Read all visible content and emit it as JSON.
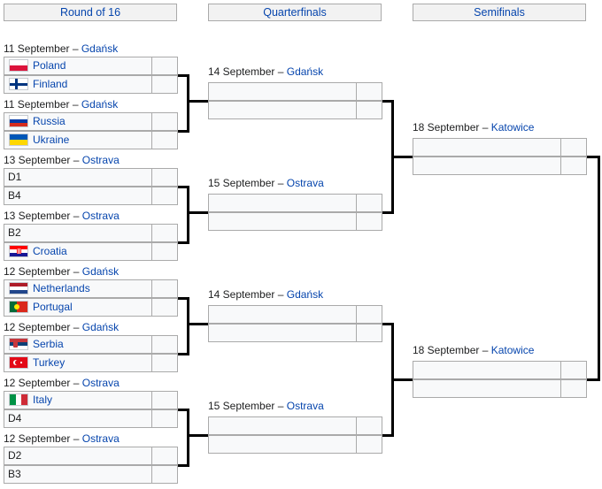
{
  "headers": {
    "r16": "Round of 16",
    "qf": "Quarterfinals",
    "sf": "Semifinals"
  },
  "round_of_16": [
    {
      "date": "11 September – ",
      "venue": "Gdańsk",
      "team1": "Poland",
      "flag1": "flag-poland",
      "team2": "Finland",
      "flag2": "flag-finland"
    },
    {
      "date": "11 September – ",
      "venue": "Gdańsk",
      "team1": "Russia",
      "flag1": "flag-russia",
      "team2": "Ukraine",
      "flag2": "flag-ukraine"
    },
    {
      "date": "13 September – ",
      "venue": "Ostrava",
      "team1": "D1",
      "team2": "B4"
    },
    {
      "date": "13 September – ",
      "venue": "Ostrava",
      "team1": "B2",
      "team2": "Croatia",
      "flag2": "flag-croatia"
    },
    {
      "date": "12 September – ",
      "venue": "Gdańsk",
      "team1": "Netherlands",
      "flag1": "flag-netherlands",
      "team2": "Portugal",
      "flag2": "flag-portugal"
    },
    {
      "date": "12 September – ",
      "venue": "Gdańsk",
      "team1": "Serbia",
      "flag1": "flag-serbia",
      "team2": "Turkey",
      "flag2": "flag-turkey"
    },
    {
      "date": "12 September – ",
      "venue": "Ostrava",
      "team1": "Italy",
      "flag1": "flag-italy",
      "team2": "D4"
    },
    {
      "date": "12 September – ",
      "venue": "Ostrava",
      "team1": "D2",
      "team2": "B3"
    }
  ],
  "quarterfinals": [
    {
      "date": "14 September – ",
      "venue": "Gdańsk"
    },
    {
      "date": "15 September – ",
      "venue": "Ostrava"
    },
    {
      "date": "14 September – ",
      "venue": "Gdańsk"
    },
    {
      "date": "15 September – ",
      "venue": "Ostrava"
    }
  ],
  "semifinals": [
    {
      "date": "18 September – ",
      "venue": "Katowice"
    },
    {
      "date": "18 September – ",
      "venue": "Katowice"
    }
  ]
}
